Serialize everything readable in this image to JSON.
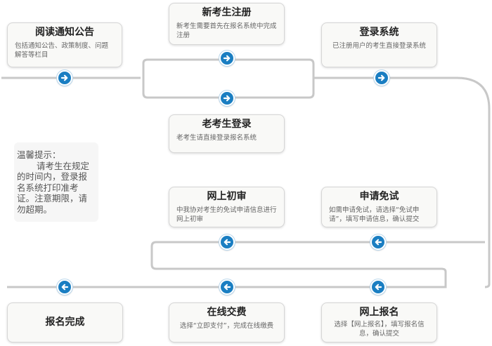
{
  "steps": {
    "read_notice": {
      "title": "阅读通知公告",
      "desc": "包括通知公告、政策制度、问题解答等栏目"
    },
    "new_register": {
      "title": "新考生注册",
      "desc": "新考生需要首先在报名系统中完成注册"
    },
    "login": {
      "title": "登录系统",
      "desc": "已注册用户的考生直接登录系统"
    },
    "old_login": {
      "title": "老考生登录",
      "desc": "老考生请直接登录报名系统"
    },
    "online_review": {
      "title": "网上初审",
      "desc": "中我协对考生的免试申请信息进行网上初审"
    },
    "apply_exempt": {
      "title": "申请免试",
      "desc": "如需申请免试，请选择“免试申请”，填写申请信息，确认提交"
    },
    "done": {
      "title": "报名完成"
    },
    "online_pay": {
      "title": "在线交费",
      "desc": "选择“立即支付”，完成在线缴费"
    },
    "online_register": {
      "title": "网上报名",
      "desc": "选择【网上报名】，填写报名信息，确认提交"
    }
  },
  "notice": {
    "title": "温馨提示：",
    "body": "请考生在规定的时间内，登录报名系统打印准考证。注意期限，请勿超期。"
  },
  "colors": {
    "arrow": "#1a7ec2",
    "line": "#c8c8c8",
    "box_bg": "#f9f9f7"
  },
  "icons": {
    "flow_arrow_right": "arrow-right-icon",
    "flow_arrow_left": "arrow-left-icon"
  }
}
